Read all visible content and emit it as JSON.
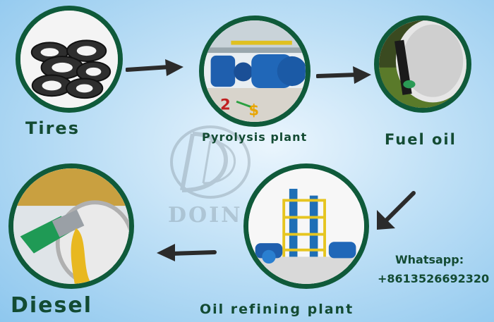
{
  "steps": [
    {
      "label": "Tires",
      "icon": "tires-icon"
    },
    {
      "label": "Pyrolysis plant",
      "icon": "pyrolysis-plant-icon"
    },
    {
      "label": "Fuel oil",
      "icon": "fuel-oil-icon"
    },
    {
      "label": "Oil refining plant",
      "icon": "oil-refining-plant-icon"
    },
    {
      "label": "Diesel",
      "icon": "diesel-nozzle-icon"
    }
  ],
  "pyrolysis_badge": "$",
  "watermark": {
    "text": "DOIN",
    "icon": "doing-logo-icon"
  },
  "contact": {
    "label": "Whatsapp:",
    "number": "+8613526692320"
  },
  "colors": {
    "accent": "#0f5a3a",
    "arrow": "#2b2b2b",
    "text": "#134b33"
  }
}
